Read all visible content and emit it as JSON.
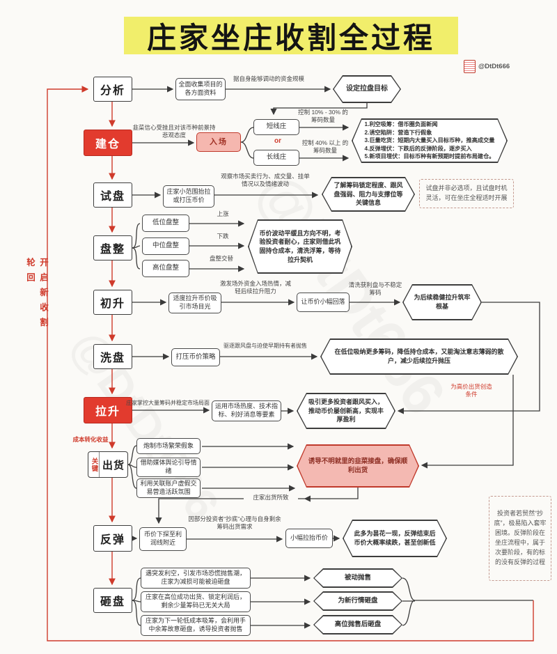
{
  "title": "庄家坐庄收割全过程",
  "watermark": "@DtDt666",
  "colors": {
    "accent_red": "#cf3a2b",
    "stage_red": "#e23b2e",
    "banner_yellow": "#f1ee6b",
    "pink": "#f4b9b2"
  },
  "side_notes": {
    "left_loop": "开启新收割轮回",
    "cost_to_profit": "成本转化收益",
    "high_price_sell": "为高价出货创造条件",
    "key_label": "关键",
    "sell_cause": "庄家出货所致"
  },
  "stages": {
    "analysis": "分析",
    "build": "建仓",
    "probe": "试盘",
    "consolidate": "盘整",
    "firstrise": "初升",
    "washout": "洗盘",
    "pump": "拉升",
    "dump": "出货",
    "rebound": "反弹",
    "smash": "砸盘"
  },
  "row_analysis": {
    "collect": "全面收集项目的各方面资料",
    "arrow_label": "据自身能够调动的资金规模",
    "goal": "设定拉盘目标"
  },
  "row_build": {
    "arrow_label": "韭菜信心受挫且对该币种前景持悲观态度",
    "entry": "入场",
    "short": "短线庄",
    "or": "or",
    "long": "长线庄",
    "short_label": "控制 10% - 30% 的筹码数量",
    "long_label": "控制 40% 以上 的筹码数量",
    "methods": [
      "1.利空吸筹：借币圈负面新闻",
      "2.诱空陷阱：营造下行假象",
      "3.巨量吃货：短期内大量买入目标币种，推高成交量",
      "4.反弹埋伏：下跌后的反弹阶段，逐步买入",
      "5.新项目埋伏：目标币种有新预期时提前布局建仓。"
    ]
  },
  "row_probe": {
    "action": "庄家小范围抬拉或打压币价",
    "arrow_label": "观察市场买卖行为、成交量、挂单情况以及情绪波动",
    "result": "了解筹码锁定程度、跟风盘强弱、阻力与支撑位等关键信息",
    "note": "试盘并非必选项，且试盘时机灵活，可在坐庄全程适时开展"
  },
  "row_consolidate": {
    "low": "低位盘整",
    "mid": "中位盘整",
    "high": "高位盘整",
    "up": "上涨",
    "down": "下跌",
    "alt": "盘整交替",
    "result": "币价波动平缓且方向不明，考验投资者耐心，庄家则借此巩固持仓成本，清洗浮筹，等待拉升契机"
  },
  "row_firstrise": {
    "action": "适度拉升币价吸引市场目光",
    "arrow1": "激发场外资金入场热情，减轻后续拉升阻力",
    "pullback": "让币价小幅回落",
    "arrow2": "清洗获利盘与不稳定筹码",
    "result": "为后续稳健拉升筑牢根基"
  },
  "row_washout": {
    "action": "打压币价策略",
    "arrow_label": "驱逐跟风盘与迫使早期持有者抛售",
    "result": "在低位吸纳更多筹码，降低持仓成本，又能淘汰意志薄弱的散户，减少后续拉升抛压"
  },
  "row_pump": {
    "arrow_label": "庄家掌控大量筹码并稳定市场局面",
    "action": "运用市场热度、技术指标、利好消息等要素",
    "result": "吸引更多投资者跟风买入，推动币价屡创新高，实现丰厚盈利"
  },
  "row_dump": {
    "tactics": [
      "炮制市场繁荣假象",
      "借助媒体舆论引导情绪",
      "利用关联账户虚假交易营造活跃氛围"
    ],
    "result": "诱导不明就里的韭菜接盘，确保顺利出货"
  },
  "row_rebound": {
    "dip": "币价下探至利润线附近",
    "arrow_label": "因部分投资者“抄底”心理与自身剩余筹码出货需求",
    "lift": "小幅拉抬币价",
    "result": "此多为昙花一现，反弹结束后币价大概率续跌，甚至创新低",
    "note": "投资者若贸然“抄底”，极易陷入套牢困境。反弹阶段在坐庄流程中，属于次要阶段，有的标的没有反弹的过程"
  },
  "row_smash": {
    "causes": [
      "遇突发利空，引发市场恐慌抛售潮，庄家为减损可能被迫砸盘",
      "庄家在高位成功出货、锁定利润后，剩余少量筹码已无关大局",
      "庄家为下一轮低成本吸筹，会利用手中余筹故意砸盘，诱导投资者抛售"
    ],
    "results": [
      "被动抛售",
      "为新行情砸盘",
      "高位抛售后砸盘"
    ]
  }
}
